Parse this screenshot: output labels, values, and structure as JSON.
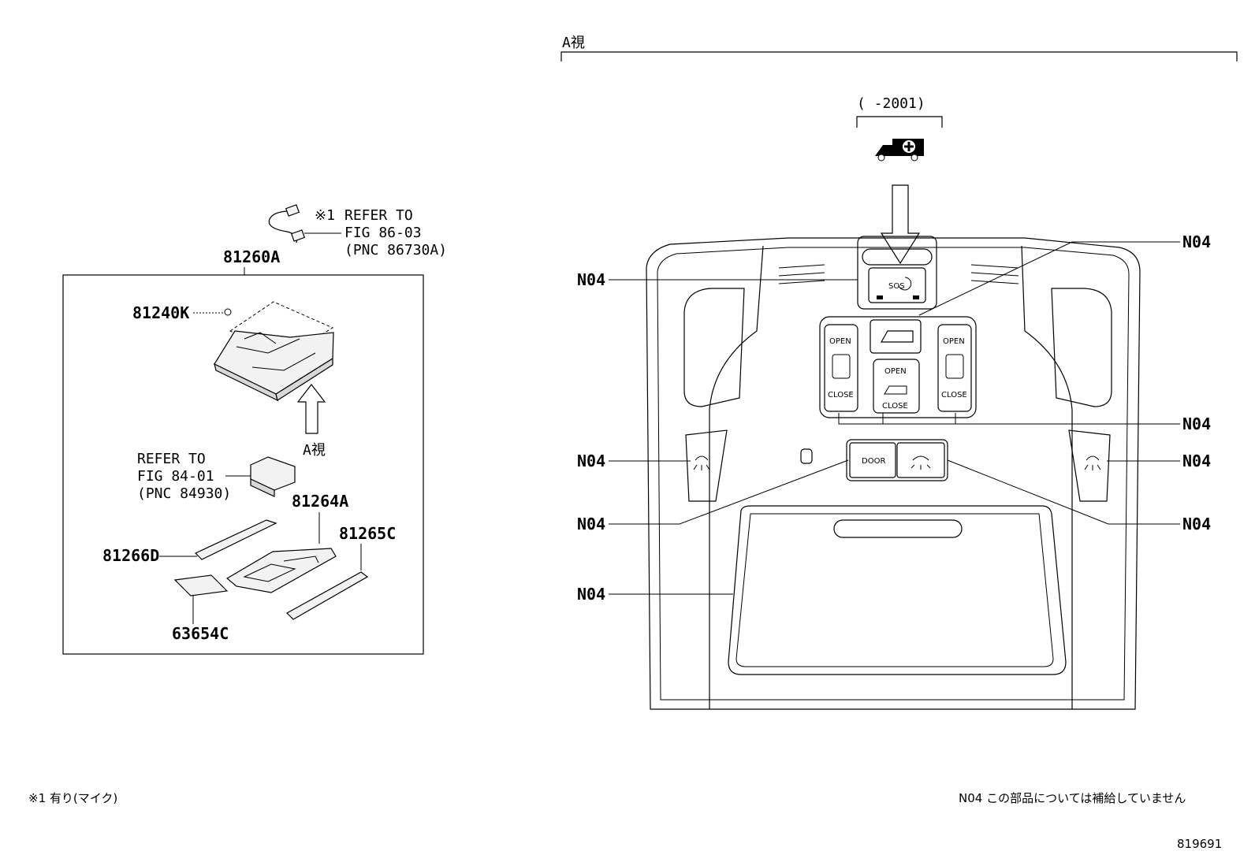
{
  "view_header": {
    "label": "A視"
  },
  "year_range": {
    "label": "(     -2001)"
  },
  "left_panel": {
    "box_label": "81260A",
    "mic_ref": {
      "mark": "※1",
      "lines": [
        "REFER TO",
        "FIG 86-03",
        "(PNC 86730A)"
      ]
    },
    "part_81240K": "81240K",
    "view_arrow_label": "A視",
    "console_ref": {
      "lines": [
        "REFER TO",
        "FIG 84-01",
        "(PNC 84930)"
      ]
    },
    "part_81264A": "81264A",
    "part_81265C": "81265C",
    "part_81266D": "81266D",
    "part_63654C": "63654C"
  },
  "right_panel": {
    "callouts": [
      "N04",
      "N04",
      "N04",
      "N04",
      "N04",
      "N04",
      "N04",
      "N04"
    ],
    "buttons": {
      "sos": "SOS",
      "left_open": "OPEN",
      "left_close": "CLOSE",
      "right_open": "OPEN",
      "right_close": "CLOSE",
      "center_open": "OPEN",
      "center_close": "CLOSE",
      "door": "DOOR"
    }
  },
  "footnotes": {
    "mic_note": "※1 有り(マイク)",
    "n04_note": "N04 この部品については補給していません",
    "figure_id": "819691"
  },
  "icons": {
    "ambulance": "ambulance-icon",
    "map_lamp": "map-lamp-icon",
    "sliding_door": "sliding-door-icon",
    "back_door": "back-door-icon"
  }
}
